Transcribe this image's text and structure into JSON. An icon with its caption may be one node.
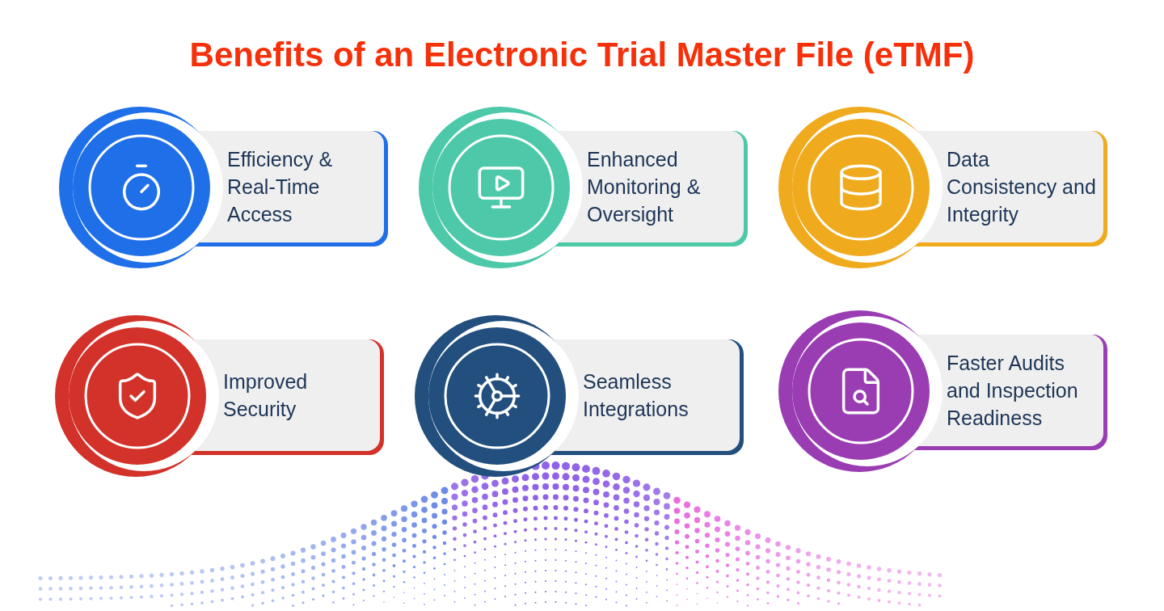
{
  "diagram": {
    "title": "Benefits of an Electronic Trial Master File (eTMF)",
    "nodes": [
      {
        "text": [
          "Efficiency & Real-Time Access"
        ]
      },
      {
        "text": [
          "Enhanced Monitoring & Oversight"
        ]
      },
      {
        "text": [
          "Data Consistency and Integrity"
        ]
      },
      {
        "text": [
          "Improved Security"
        ]
      },
      {
        "text": [
          "Seamless Integrations"
        ]
      },
      {
        "text": [
          "Faster Audits and Inspection Readiness"
        ]
      }
    ]
  }
}
